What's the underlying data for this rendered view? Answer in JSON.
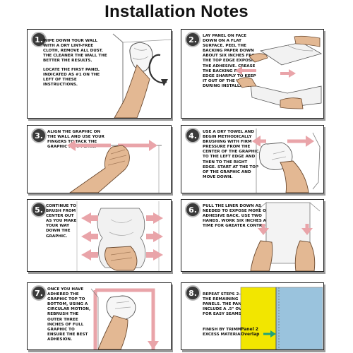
{
  "title": "Installation Notes",
  "steps": [
    {
      "number": "1.",
      "text": "Wipe down your wall with a dry lint-free cloth, remove all dust. The cleaner the wall the better the results.",
      "text2": "Locate the first panel indicated as #1 on the left of these instructions."
    },
    {
      "number": "2.",
      "text": "Lay panel on face down on a flat surface. Peel the backing paper down about six inches from the top edge exposing the adhesive. Crease the backing paper edge sharply to keep it out of the way during installation."
    },
    {
      "number": "3.",
      "text": "Align the graphic on the wall and use your fingers to tack the graphic into place."
    },
    {
      "number": "4.",
      "text": "Use a dry towel and begin methodically brushing with firm pressure from the center of the graphic to the left edge and then to the right edge. Start at the top of the graphic and move down."
    },
    {
      "number": "5.",
      "text": "Continue to brush from center out as you make your way down the graphic."
    },
    {
      "number": "6.",
      "text": "Pull the liner down as needed to expose more of the adhesive back. Use two hands. Work six inches at a time for greater control."
    },
    {
      "number": "7.",
      "text": "Once you have adhered the graphic top to bottom, using a circular motion, rebrush the outer three inches of full graphic to ensure the best adhesion."
    },
    {
      "number": "8.",
      "text": "Repeat steps 2-7 for the remaining panels. The panels include a .5\" overlap for easy seams.",
      "text2": "Finish by trimming excess material.",
      "overlap_label": "Panel 2\nOverlap"
    }
  ],
  "colors": {
    "panel_yellow": "#f2e600",
    "panel_blue": "#9ac3dd",
    "arrow_pink": "#e9a4a9",
    "arrow_green": "#1fa37a"
  }
}
